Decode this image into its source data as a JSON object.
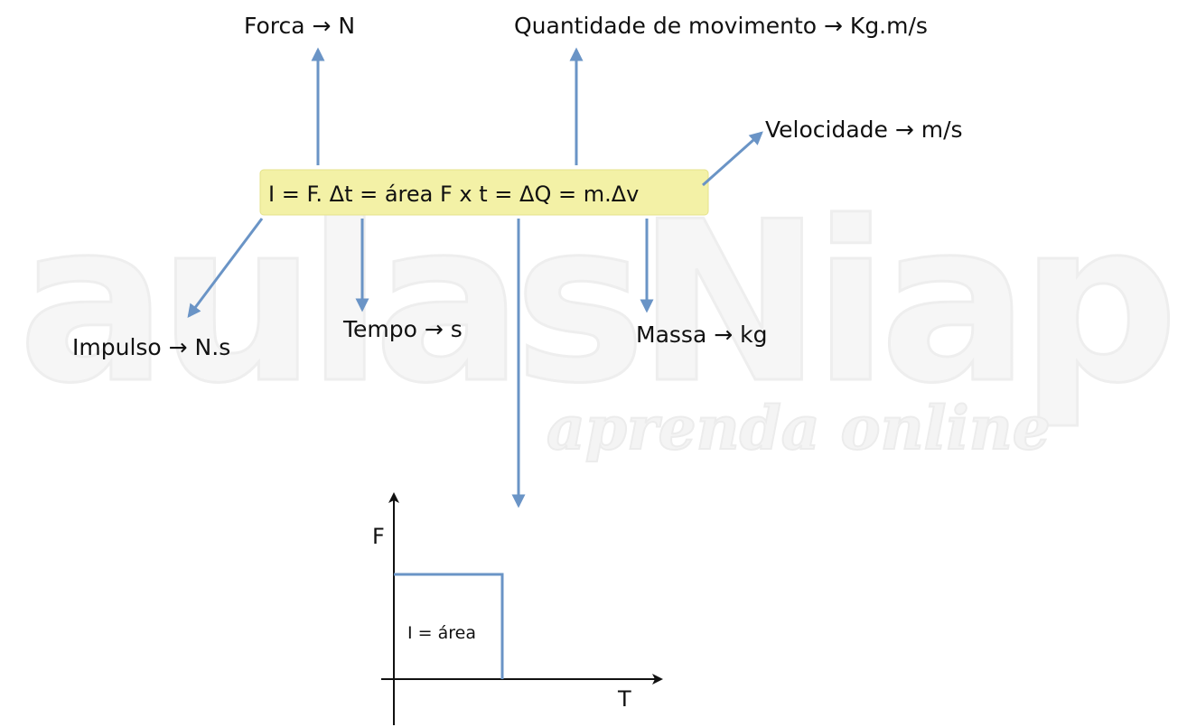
{
  "watermark": {
    "brand": "aulasNiap",
    "tagline": "aprenda online"
  },
  "formula": "I =  F. Δt =  área F x t =  ΔQ =  m.Δv",
  "labels": {
    "forca": "Forca → N",
    "quantidade": "Quantidade de movimento → Kg.m/s",
    "velocidade": "Velocidade → m/s",
    "impulso": "Impulso → N.s",
    "tempo": "Tempo → s",
    "massa": "Massa → kg"
  },
  "graph": {
    "y_label": "F",
    "x_label": "T",
    "area_label": "I = área"
  },
  "colors": {
    "arrow": "#6a94c6",
    "highlight": "#f3f1a6",
    "highlight_border": "#e4e28a",
    "graph_line": "#6a94c6"
  }
}
